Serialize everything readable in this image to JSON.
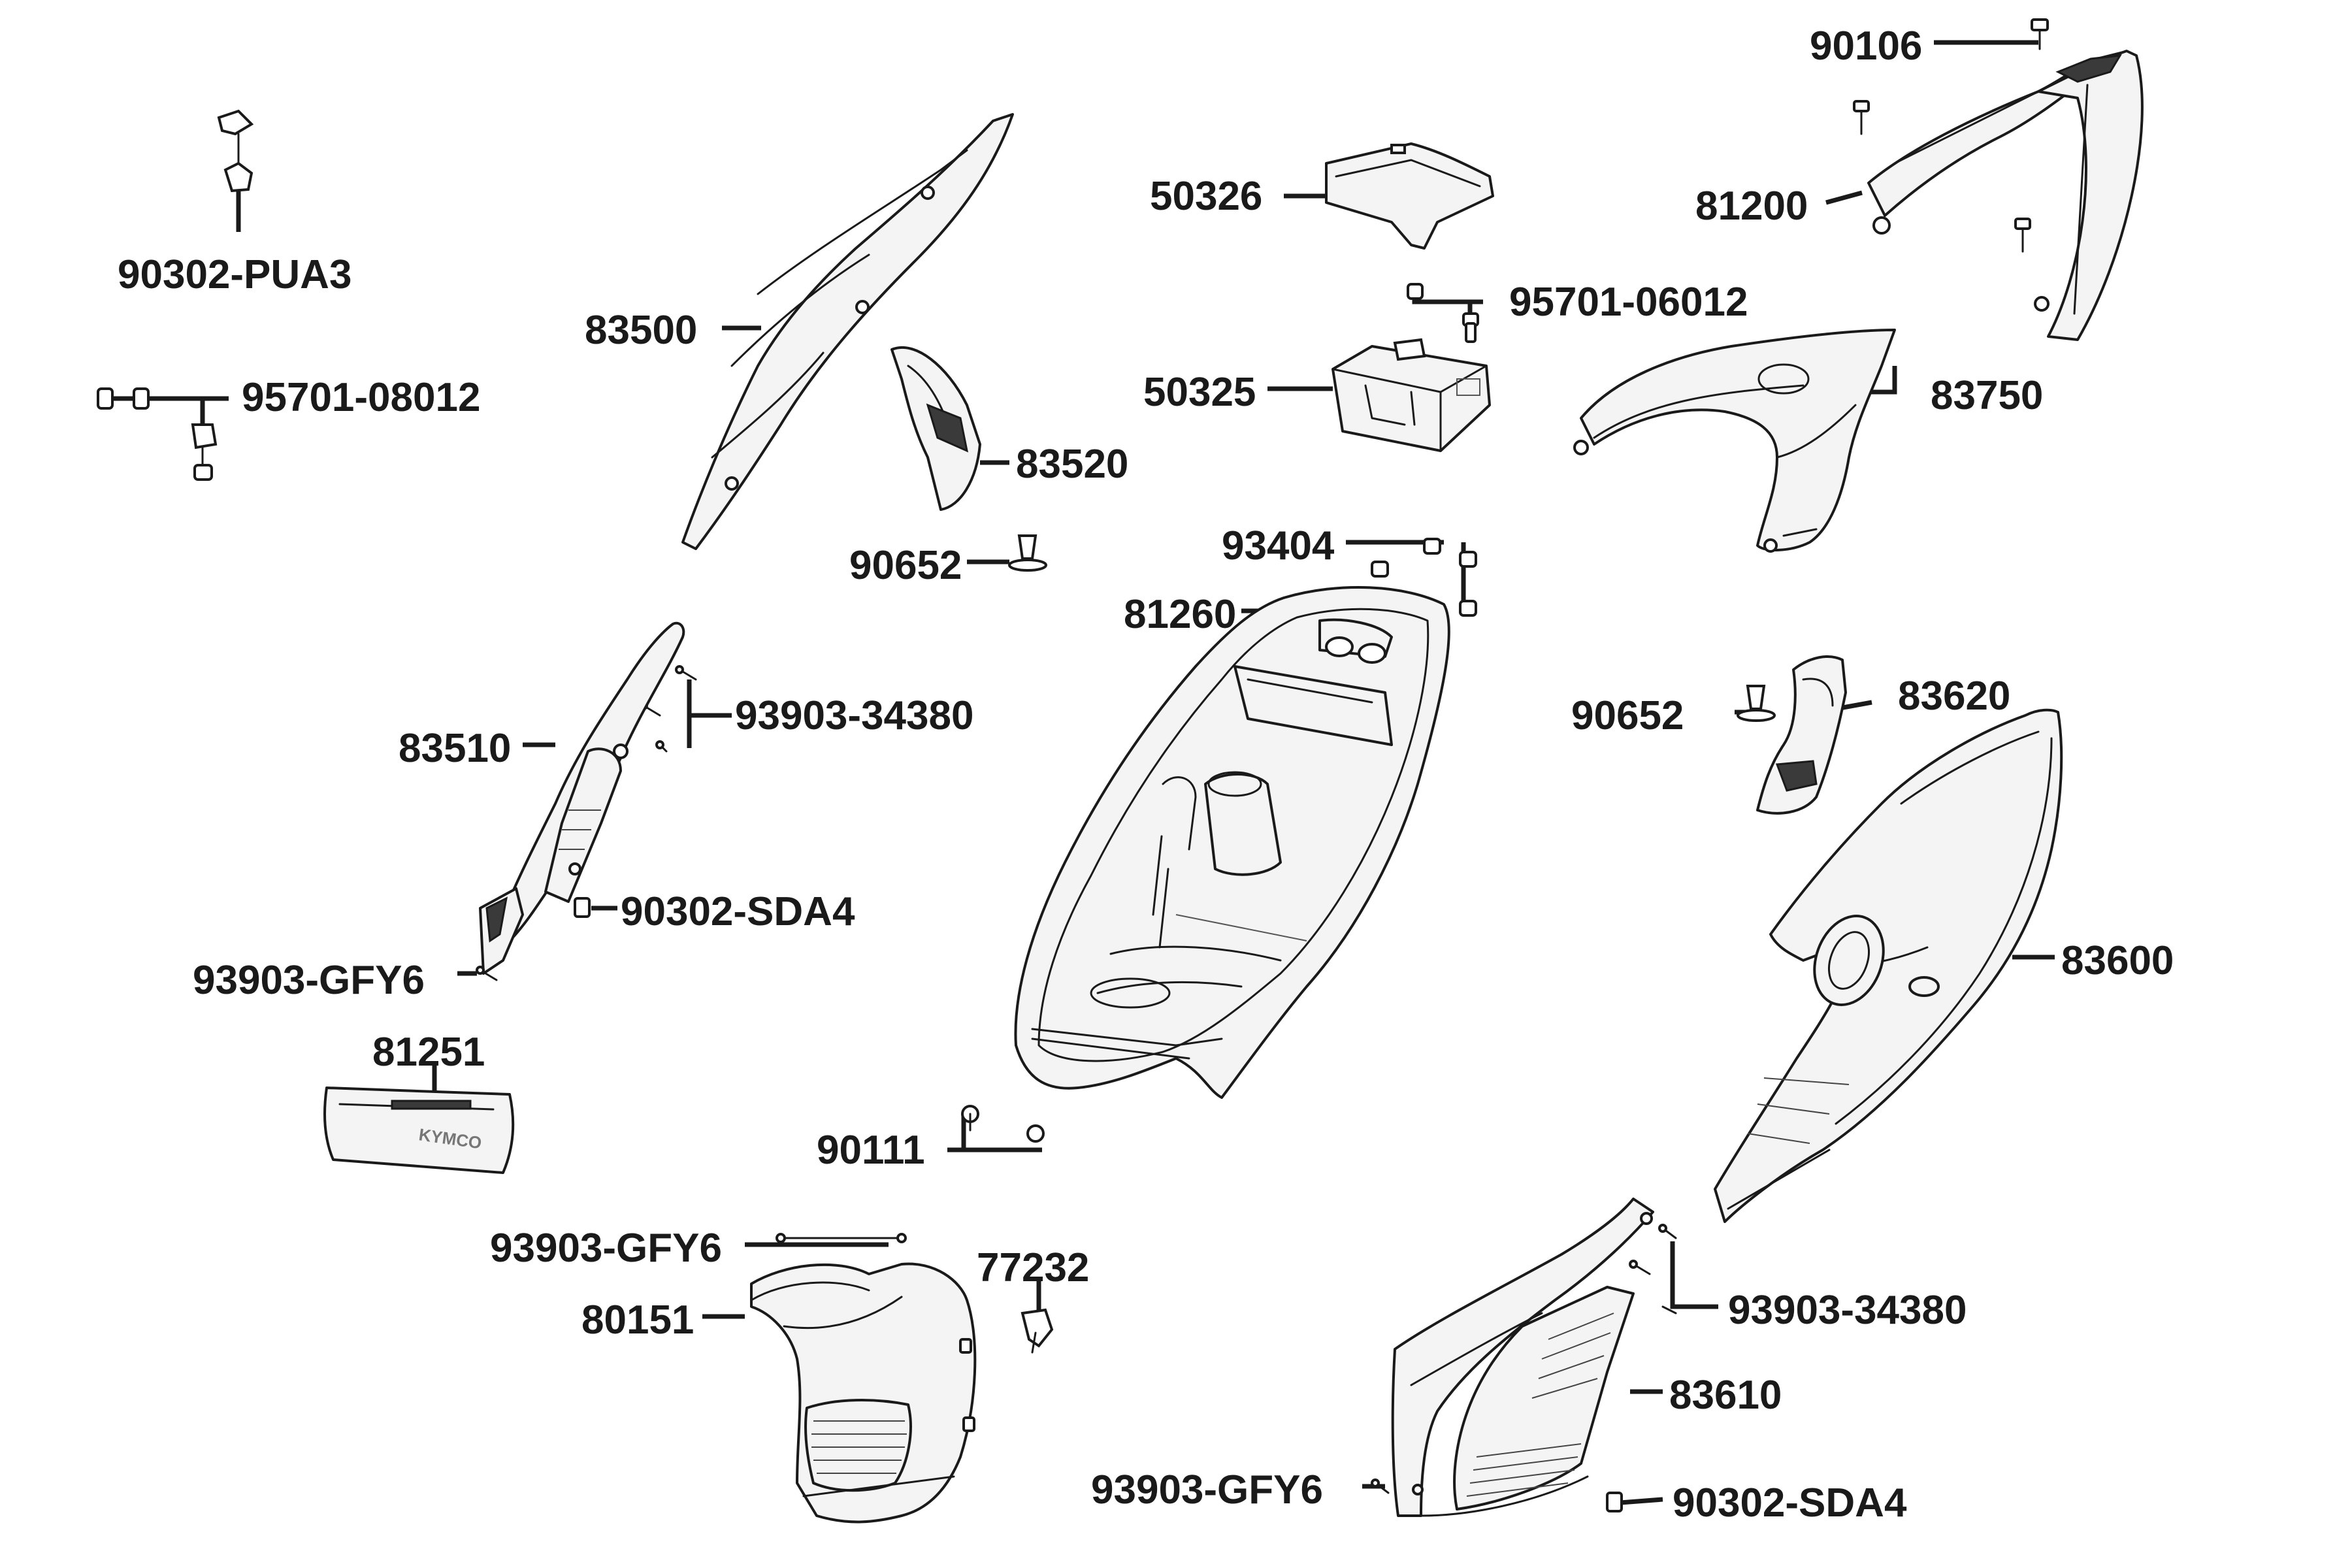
{
  "callouts": {
    "c1": "90106",
    "c2": "90302-PUA3",
    "c3": "83500",
    "c4": "50326",
    "c5": "81200",
    "c6": "95701-06012",
    "c7": "95701-08012",
    "c8": "50325",
    "c9": "83750",
    "c10": "83520",
    "c11": "90652",
    "c12": "93404",
    "c13": "81260",
    "c14": "93903-34380",
    "c15": "90652",
    "c16": "83620",
    "c17": "83510",
    "c18": "90302-SDA4",
    "c19": "83600",
    "c20": "93903-GFY6",
    "c21": "81251",
    "c22": "90111",
    "c23": "93903-GFY6",
    "c24": "77232",
    "c25": "80151",
    "c26": "93903-34380",
    "c27": "83610",
    "c28": "93903-GFY6",
    "c29": "90302-SDA4"
  },
  "logo_text": "KYMCO"
}
